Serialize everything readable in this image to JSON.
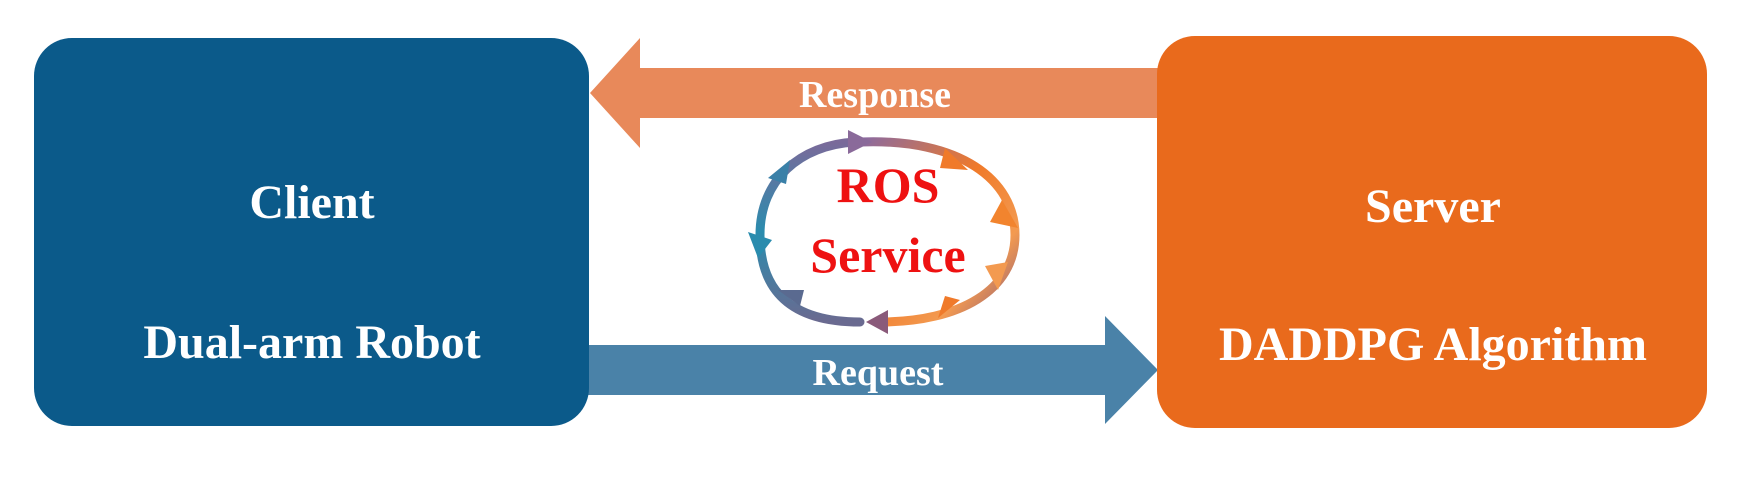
{
  "client": {
    "title": "Client",
    "subtitle": "Dual-arm Robot",
    "color": "#0b5a8a"
  },
  "server": {
    "title": "Server",
    "subtitle": "DADDPG Algorithm",
    "color": "#e96a1c"
  },
  "response_arrow": {
    "label": "Response",
    "color": "#e8895a",
    "direction": "server-to-client"
  },
  "request_arrow": {
    "label": "Request",
    "color": "#4a82a8",
    "direction": "client-to-server"
  },
  "center": {
    "line1": "ROS",
    "line2": "Service",
    "text_color": "#ee1111",
    "cycle_colors": [
      "#f07a2a",
      "#2a8cae",
      "#8a5a8a"
    ],
    "icon": "cycle-arrows-icon"
  }
}
